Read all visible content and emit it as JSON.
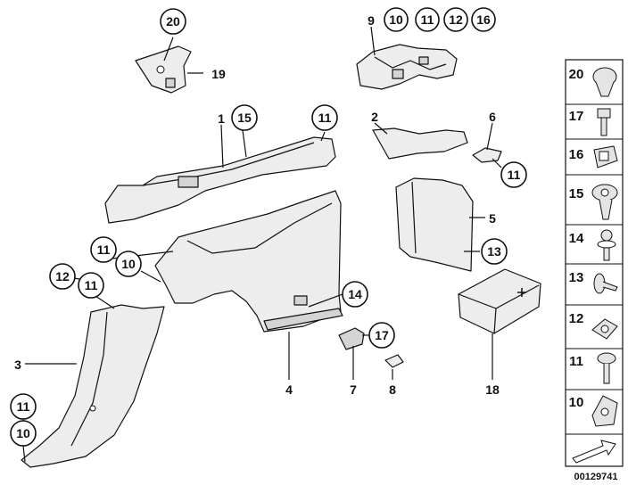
{
  "callouts": {
    "c20_top": "20",
    "c19": "19",
    "c9": "9",
    "c10a": "10",
    "c11a": "11",
    "c12a": "12",
    "c16a": "16",
    "c1": "1",
    "c15": "15",
    "c11b": "11",
    "c2": "2",
    "c6": "6",
    "c11c": "11",
    "c5": "5",
    "c13": "13",
    "c11d": "11",
    "c10b": "10",
    "c12b": "12",
    "c11e": "11",
    "c14": "14",
    "c17": "17",
    "c3": "3",
    "c4": "4",
    "c7": "7",
    "c8": "8",
    "c18": "18",
    "c11f": "11",
    "c10c": "10"
  },
  "legend": [
    "20",
    "17",
    "16",
    "15",
    "14",
    "13",
    "12",
    "11",
    "10"
  ],
  "doc_number": "00129741"
}
